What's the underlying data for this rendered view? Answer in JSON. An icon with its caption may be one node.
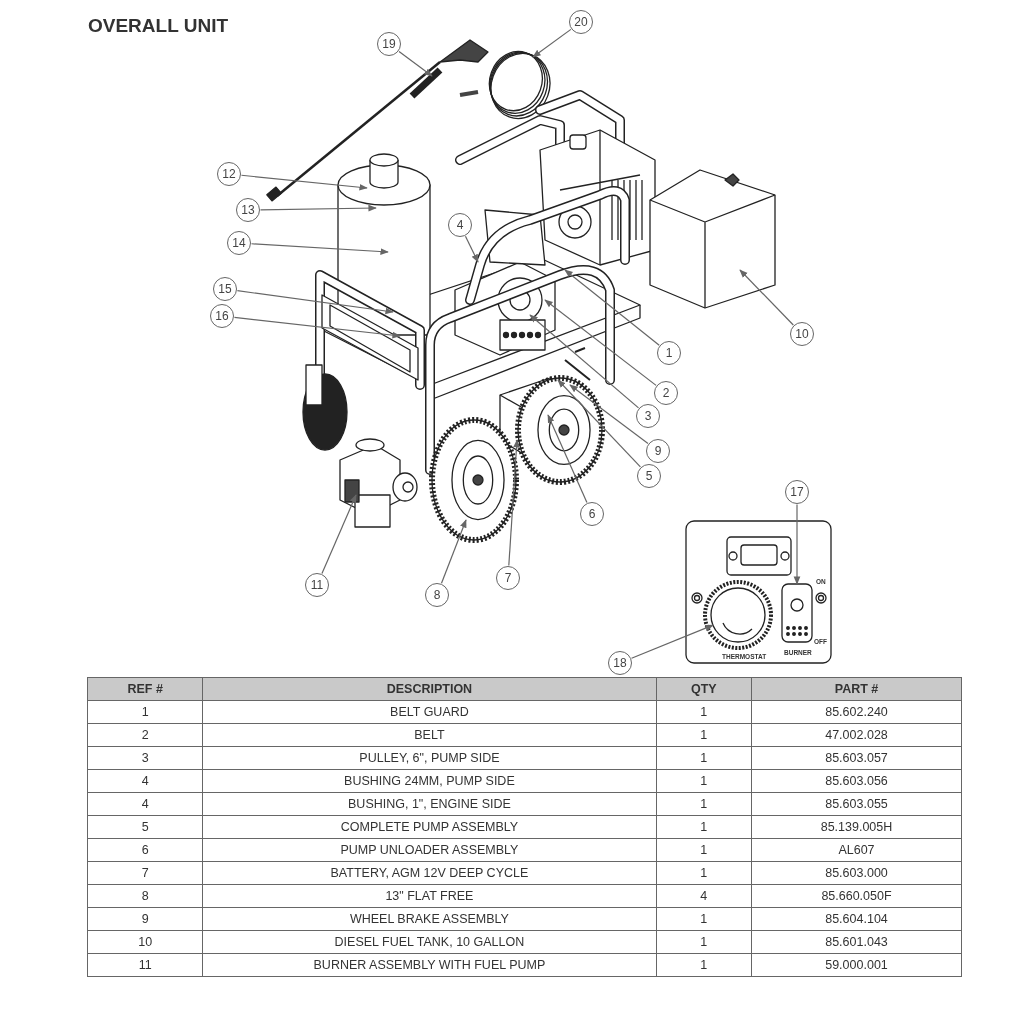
{
  "diagram": {
    "title": "OVERALL UNIT",
    "nodes": [
      {
        "text": [
          "20"
        ]
      },
      {
        "text": [
          "19"
        ]
      },
      {
        "text": [
          "12"
        ]
      },
      {
        "text": [
          "13"
        ]
      },
      {
        "text": [
          "4"
        ]
      },
      {
        "text": [
          "14"
        ]
      },
      {
        "text": [
          "15"
        ]
      },
      {
        "text": [
          "16"
        ]
      },
      {
        "text": [
          "10"
        ]
      },
      {
        "text": [
          "1"
        ]
      },
      {
        "text": [
          "2"
        ]
      },
      {
        "text": [
          "3"
        ]
      },
      {
        "text": [
          "9"
        ]
      },
      {
        "text": [
          "5"
        ]
      },
      {
        "text": [
          "17"
        ]
      },
      {
        "text": [
          "6"
        ]
      },
      {
        "text": [
          "7"
        ]
      },
      {
        "text": [
          "11"
        ]
      },
      {
        "text": [
          "8"
        ]
      },
      {
        "text": [
          "18"
        ]
      },
      {
        "text": [],
        "shape": "box"
      },
      {
        "text": [],
        "shape": "circle"
      }
    ],
    "edges": [
      {
        "from": 0,
        "to": null,
        "arrow": "to"
      },
      {
        "from": 1,
        "to": null,
        "arrow": "to"
      },
      {
        "from": 2,
        "to": null,
        "arrow": "to"
      },
      {
        "from": 3,
        "to": null,
        "arrow": "to"
      },
      {
        "from": 4,
        "to": null,
        "arrow": "to"
      },
      {
        "from": 5,
        "to": null,
        "arrow": "to"
      },
      {
        "from": 6,
        "to": null,
        "arrow": "to"
      },
      {
        "from": 7,
        "to": null,
        "arrow": "to"
      },
      {
        "from": 8,
        "to": null,
        "arrow": "to"
      },
      {
        "from": 9,
        "to": null,
        "arrow": "to"
      },
      {
        "from": 10,
        "to": null,
        "arrow": "to"
      },
      {
        "from": 11,
        "to": null,
        "arrow": "to"
      },
      {
        "from": 12,
        "to": null,
        "arrow": "to"
      },
      {
        "from": 13,
        "to": null,
        "arrow": "to"
      },
      {
        "from": 14,
        "to": 20,
        "arrow": "to"
      },
      {
        "from": 15,
        "to": null,
        "arrow": "to"
      },
      {
        "from": 16,
        "to": null,
        "arrow": "to"
      },
      {
        "from": 17,
        "to": null,
        "arrow": "to"
      },
      {
        "from": 18,
        "to": null,
        "arrow": "to"
      },
      {
        "from": 19,
        "to": 21,
        "arrow": "to"
      }
    ],
    "labels": [
      "ON",
      "OFF",
      "BURNER",
      "THERMOSTAT",
      "REF #",
      "DESCRIPTION",
      "QTY",
      "PART #",
      "1",
      "BELT GUARD",
      "1",
      "85.602.240",
      "2",
      "BELT",
      "1",
      "47.002.028",
      "3",
      "PULLEY, 6\", PUMP SIDE",
      "1",
      "85.603.057",
      "4",
      "BUSHING 24MM, PUMP SIDE",
      "1",
      "85.603.056",
      "4",
      "BUSHING, 1\", ENGINE SIDE",
      "1",
      "85.603.055",
      "5",
      "COMPLETE PUMP ASSEMBLY",
      "1",
      "85.139.005H",
      "6",
      "PUMP UNLOADER ASSEMBLY",
      "1",
      "AL607",
      "7",
      "BATTERY, AGM 12V DEEP CYCLE",
      "1",
      "85.603.000",
      "8",
      "13\" FLAT FREE",
      "4",
      "85.660.050F",
      "9",
      "WHEEL BRAKE ASSEMBLY",
      "1",
      "85.604.104",
      "10",
      "DIESEL FUEL TANK, 10 GALLON",
      "1",
      "85.601.043",
      "11",
      "BURNER ASSEMBLY WITH FUEL PUMP",
      "1",
      "59.000.001"
    ]
  }
}
